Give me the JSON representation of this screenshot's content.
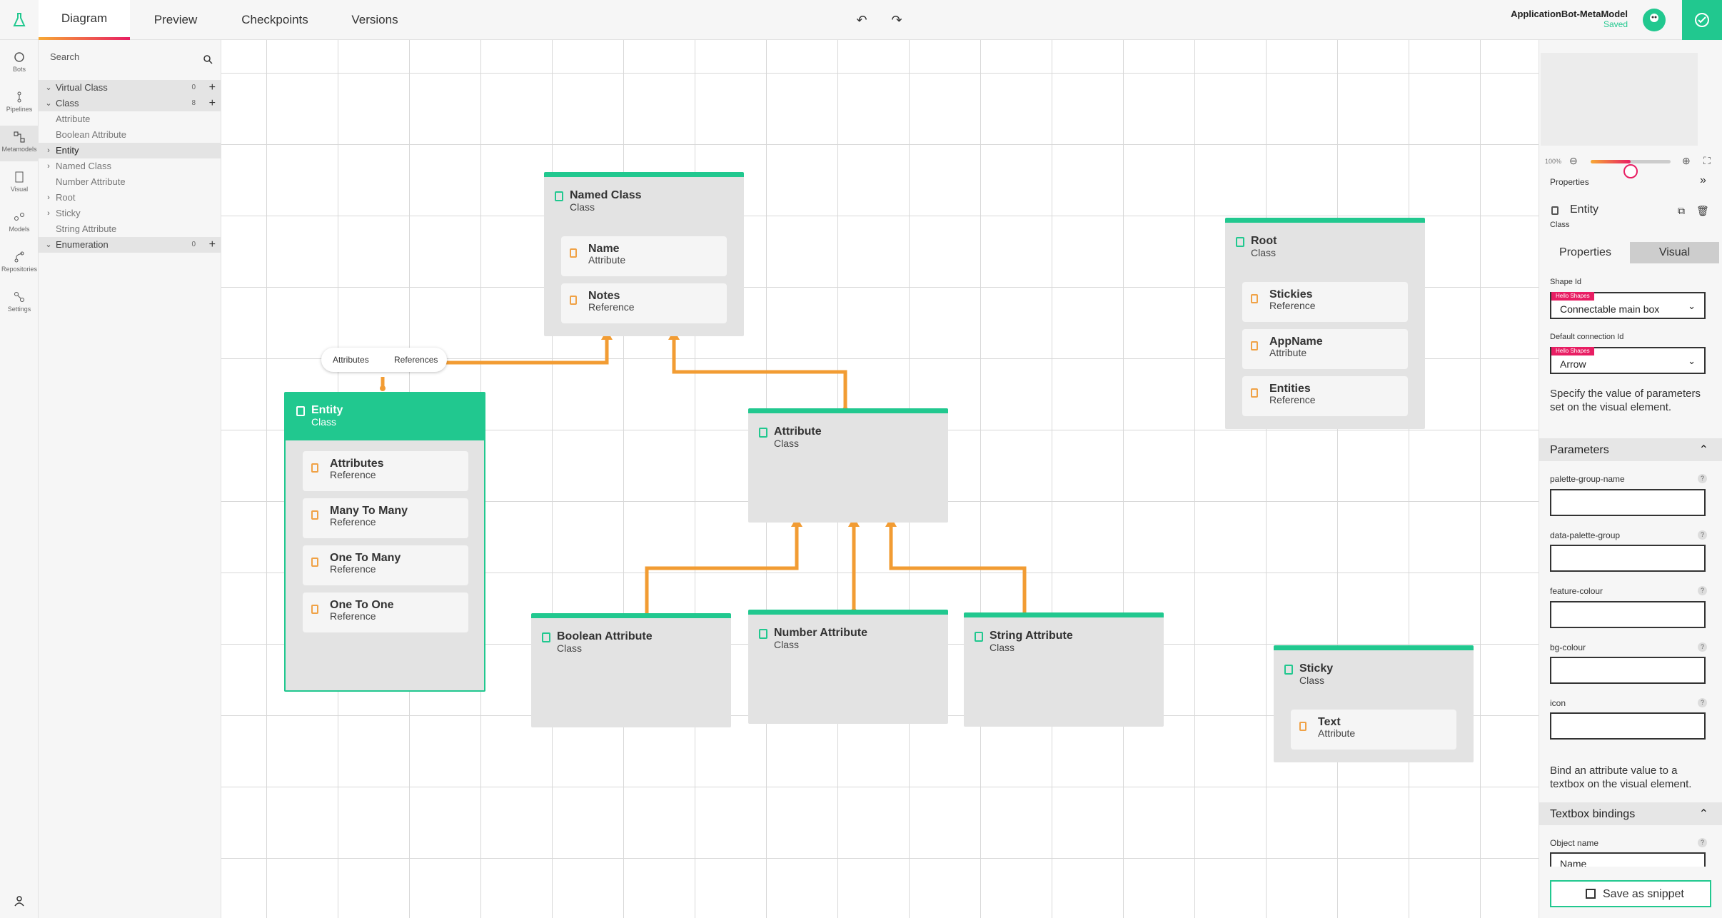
{
  "topbar": {
    "tabs": [
      "Diagram",
      "Preview",
      "Checkpoints",
      "Versions"
    ],
    "app_title": "ApplicationBot-MetaModel",
    "app_status": "Saved"
  },
  "rail": {
    "items": [
      "Bots",
      "Pipelines",
      "Metamodels",
      "Visual",
      "Models",
      "Repositories",
      "Settings"
    ]
  },
  "tree": {
    "search_placeholder": "Search",
    "groups": [
      {
        "label": "Virtual Class",
        "count": "0"
      },
      {
        "label": "Class",
        "count": "8"
      },
      {
        "label": "Enumeration",
        "count": "0"
      }
    ],
    "items": [
      "Attribute",
      "Boolean Attribute",
      "Entity",
      "Named Class",
      "Number Attribute",
      "Root",
      "Sticky",
      "String Attribute"
    ]
  },
  "canvas": {
    "pill": {
      "attributes": "Attributes",
      "references": "References"
    },
    "nodes": {
      "named_class": {
        "title": "Named Class",
        "type": "Class",
        "features": [
          {
            "name": "Name",
            "kind": "Attribute"
          },
          {
            "name": "Notes",
            "kind": "Reference"
          }
        ]
      },
      "root": {
        "title": "Root",
        "type": "Class",
        "features": [
          {
            "name": "Stickies",
            "kind": "Reference"
          },
          {
            "name": "AppName",
            "kind": "Attribute"
          },
          {
            "name": "Entities",
            "kind": "Reference"
          }
        ]
      },
      "entity": {
        "title": "Entity",
        "type": "Class",
        "features": [
          {
            "name": "Attributes",
            "kind": "Reference"
          },
          {
            "name": "Many To Many",
            "kind": "Reference"
          },
          {
            "name": "One To Many",
            "kind": "Reference"
          },
          {
            "name": "One To One",
            "kind": "Reference"
          }
        ]
      },
      "attribute": {
        "title": "Attribute",
        "type": "Class"
      },
      "boolean_attribute": {
        "title": "Boolean Attribute",
        "type": "Class"
      },
      "number_attribute": {
        "title": "Number Attribute",
        "type": "Class"
      },
      "string_attribute": {
        "title": "String Attribute",
        "type": "Class"
      },
      "sticky": {
        "title": "Sticky",
        "type": "Class",
        "features": [
          {
            "name": "Text",
            "kind": "Attribute"
          }
        ]
      }
    }
  },
  "panel": {
    "zoom_label": "100%",
    "zoom_level": 0.5,
    "properties_title": "Properties",
    "selected_name": "Entity",
    "selected_type": "Class",
    "tabs": [
      "Properties",
      "Visual"
    ],
    "shape_id_label": "Shape Id",
    "shape_id_badge": "Hello Shapes",
    "shape_id_value": "Connectable main box",
    "conn_id_label": "Default connection Id",
    "conn_id_badge": "Hello Shapes",
    "conn_id_value": "Arrow",
    "params_help": "Specify the value of parameters set on the visual element.",
    "parameters_title": "Parameters",
    "params": [
      "palette-group-name",
      "data-palette-group",
      "feature-colour",
      "bg-colour",
      "icon"
    ],
    "bind_help": "Bind an attribute value to a textbox on the visual element.",
    "textbox_title": "Textbox bindings",
    "object_name_label": "Object name",
    "object_name_value": "Name",
    "save_snippet": "Save as snippet"
  },
  "colors": {
    "accent": "#21c88f",
    "pink": "#e81e63",
    "connector": "#f29c33"
  }
}
